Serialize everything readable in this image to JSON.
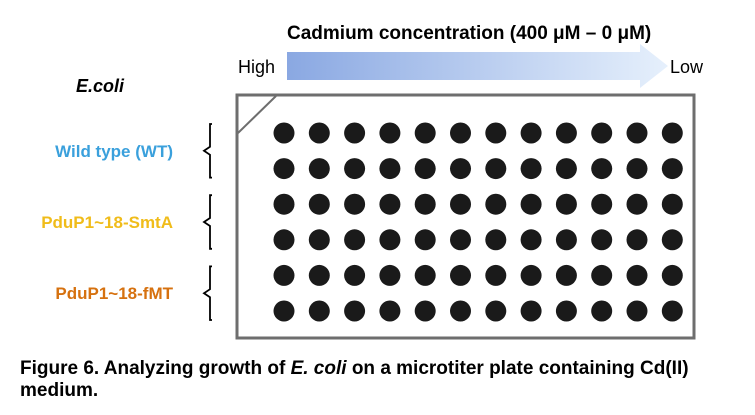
{
  "diagram": {
    "title": "Cadmium concentration (400 μM – 0 μM)",
    "arrow_left": "High",
    "arrow_right": "Low",
    "organism": "E.coli",
    "plate": {
      "rows": 6,
      "cols": 12
    },
    "groups": [
      {
        "label": "Wild type (WT)",
        "color": "#3aa0dc"
      },
      {
        "label": "PduP1~18-SmtA",
        "color": "#f0bc1a"
      },
      {
        "label": "PduP1~18-fMT",
        "color": "#d6710f"
      }
    ],
    "colors": {
      "arrow_start": "#8aa8e2",
      "arrow_end": "#e6f0fc",
      "well": "#1a1a1a",
      "plate_border": "#6e6e6e"
    }
  },
  "caption": {
    "prefix": "Figure 6. Analyzing growth of ",
    "italic": "E. coli",
    "suffix": " on a microtiter plate containing Cd(II) medium."
  }
}
